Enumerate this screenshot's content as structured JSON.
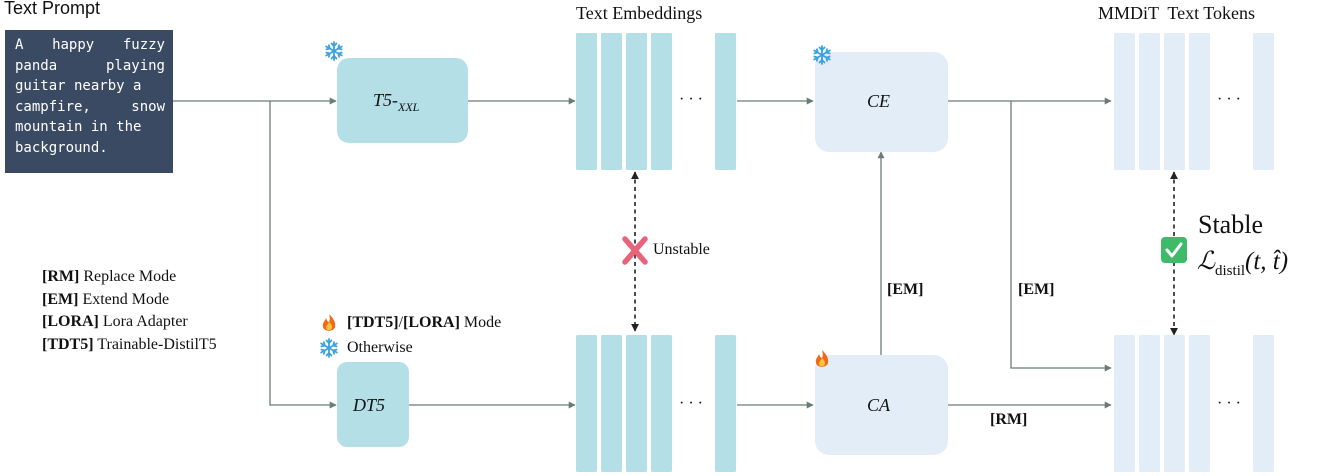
{
  "title_text_prompt": "Text Prompt",
  "prompt_lines": [
    [
      "A",
      "happy",
      "fuzzy"
    ],
    [
      "panda",
      "playing"
    ],
    [
      "guitar nearby a"
    ],
    [
      "campfire,",
      "snow"
    ],
    [
      "mountain in the"
    ],
    [
      "background."
    ]
  ],
  "encoders": {
    "t5_main": "T5-",
    "t5_sub": "XXL",
    "dt5": "DT5"
  },
  "headers": {
    "text_embeddings": "Text Embeddings",
    "mmdit_tokens": "MMDiT  Text Tokens"
  },
  "modules": {
    "ce": "CE",
    "ca": "CA"
  },
  "ellipsis": "· · ·",
  "unstable": "Unstable",
  "stable": {
    "label": "Stable",
    "loss_main": "ℒ",
    "loss_sub": "distil",
    "loss_args": "(t, t̂)"
  },
  "modes": {
    "em_vertical": "[EM]",
    "em_branch": "[EM]",
    "rm": "[RM]"
  },
  "dt5_mode_note": {
    "tag1": "[TDT5]",
    "sep": "/",
    "tag2": "[LORA]",
    "rest": " Mode",
    "otherwise": "Otherwise"
  },
  "legend": [
    {
      "tag": "[RM]",
      "text": " Replace Mode"
    },
    {
      "tag": "[EM]",
      "text": " Extend Mode"
    },
    {
      "tag": "[LORA]",
      "text": " Lora Adapter"
    },
    {
      "tag": "[TDT5]",
      "text": " Trainable-DistilT5"
    }
  ],
  "icons": {
    "frozen": "snowflake-icon",
    "trainable": "fire-icon",
    "unstable": "cross-icon",
    "stable": "check-icon"
  },
  "colors": {
    "prompt_bg": "#3b4a63",
    "encoder_fill": "#b4dfe6",
    "module_fill": "#e2edf8",
    "embed_fill": "#b4dfe6",
    "token_fill": "#e2edf8",
    "arrow": "#6b7c78",
    "cross": "#e9637a",
    "check": "#3dbb68",
    "snow": "#3aa0e0",
    "fire": "#f06a1a"
  }
}
